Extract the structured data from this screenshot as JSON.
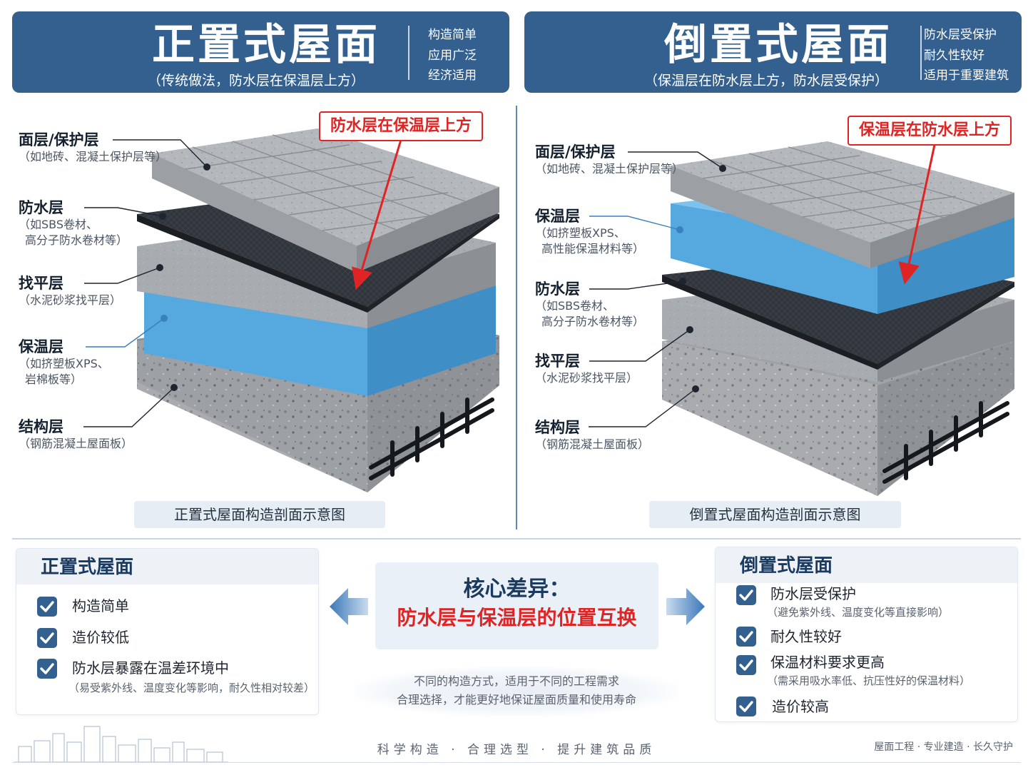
{
  "left": {
    "title": "正置式屋面",
    "subtitle": "（传统做法，防水层在保温层上方）",
    "features": [
      "构造简单",
      "应用广泛",
      "经济适用"
    ],
    "callout": "防水层在保温层上方",
    "caption": "正置式屋面构造剖面示意图",
    "layers": [
      {
        "name": "面层/保护层",
        "desc": [
          "（如地砖、混凝土保护层等）"
        ]
      },
      {
        "name": "防水层",
        "desc": [
          "（如SBS卷材、",
          "高分子防水卷材等）"
        ]
      },
      {
        "name": "找平层",
        "desc": [
          "（水泥砂浆找平层）"
        ]
      },
      {
        "name": "保温层",
        "desc": [
          "（如挤塑板XPS、",
          "岩棉板等）"
        ]
      },
      {
        "name": "结构层",
        "desc": [
          "（钢筋混凝土屋面板）"
        ]
      }
    ]
  },
  "right": {
    "title": "倒置式屋面",
    "subtitle": "（保温层在防水层上方，防水层受保护）",
    "features": [
      "防水层受保护",
      "耐久性较好",
      "适用于重要建筑"
    ],
    "callout": "保温层在防水层上方",
    "caption": "倒置式屋面构造剖面示意图",
    "layers": [
      {
        "name": "面层/保护层",
        "desc": [
          "（如地砖、混凝土保护层等）"
        ]
      },
      {
        "name": "保温层",
        "desc": [
          "（如挤塑板XPS、",
          "高性能保温材料等）"
        ]
      },
      {
        "name": "防水层",
        "desc": [
          "（如SBS卷材、",
          "高分子防水卷材等）"
        ]
      },
      {
        "name": "找平层",
        "desc": [
          "（水泥砂浆找平层）"
        ]
      },
      {
        "name": "结构层",
        "desc": [
          "（钢筋混凝土屋面板）"
        ]
      }
    ]
  },
  "summary_left": {
    "title": "正置式屋面",
    "items": [
      {
        "text": "构造简单",
        "sub": ""
      },
      {
        "text": "造价较低",
        "sub": ""
      },
      {
        "text": "防水层暴露在温差环境中",
        "sub": "（易受紫外线、温度变化等影响，耐久性相对较差）"
      }
    ]
  },
  "summary_right": {
    "title": "倒置式屋面",
    "items": [
      {
        "text": "防水层受保护",
        "sub": "（避免紫外线、温度变化等直接影响）"
      },
      {
        "text": "耐久性较好",
        "sub": ""
      },
      {
        "text": "保温材料要求更高",
        "sub": "（需采用吸水率低、抗压性好的保温材料）"
      },
      {
        "text": "造价较高",
        "sub": ""
      }
    ]
  },
  "core": {
    "line1": "核心差异：",
    "line2": "防水层与保温层的位置互换"
  },
  "note": {
    "line1": "不同的构造方式，适用于不同的工程需求",
    "line2": "合理选择，才能更好地保证屋面质量和使用寿命"
  },
  "footer": {
    "center": "科学构造  ·  合理选型  ·  提升建筑品质",
    "right": "屋面工程 · 专业建造 · 长久守护"
  },
  "colors": {
    "banner": "#33608f",
    "accent_red": "#e02424",
    "xps_blue": "#5aaee0",
    "membrane": "#2b2f36",
    "concrete": "#9a9da2"
  }
}
